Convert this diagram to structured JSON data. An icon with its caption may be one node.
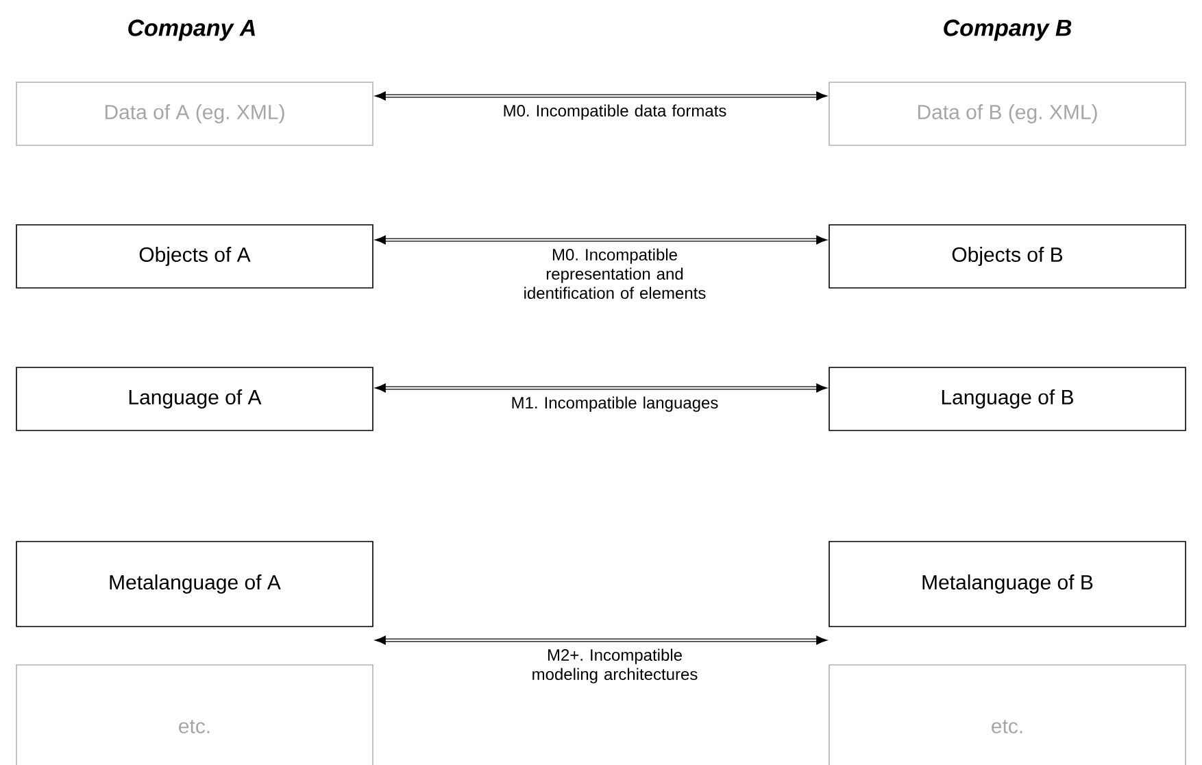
{
  "diagram": {
    "nodes": [
      {
        "text": [
          "Data of A (eg. XML)"
        ]
      },
      {
        "text": [
          "Data of B (eg. XML)"
        ]
      },
      {
        "text": [
          "Objects of A"
        ]
      },
      {
        "text": [
          "Objects of B"
        ]
      },
      {
        "text": [
          "Language of A"
        ]
      },
      {
        "text": [
          "Language of B"
        ]
      },
      {
        "text": [
          "Metalanguage of A"
        ]
      },
      {
        "text": [
          "Metalanguage of B"
        ]
      },
      {
        "text": [
          "etc."
        ]
      },
      {
        "text": [
          "etc."
        ]
      }
    ],
    "edges": [
      {
        "from": 0,
        "to": 1,
        "arrow": "both",
        "label": "M0. Incompatible data formats"
      },
      {
        "from": 2,
        "to": 3,
        "arrow": "both",
        "label": "M0. Incompatible representation and identification of elements"
      },
      {
        "from": 4,
        "to": 5,
        "arrow": "both",
        "label": "M1. Incompatible languages"
      },
      {
        "from": 6,
        "to": 7,
        "arrow": "both",
        "label": "M2+. Incompatible modeling architectures"
      }
    ],
    "labels": [
      "Company A",
      "Company B"
    ]
  }
}
